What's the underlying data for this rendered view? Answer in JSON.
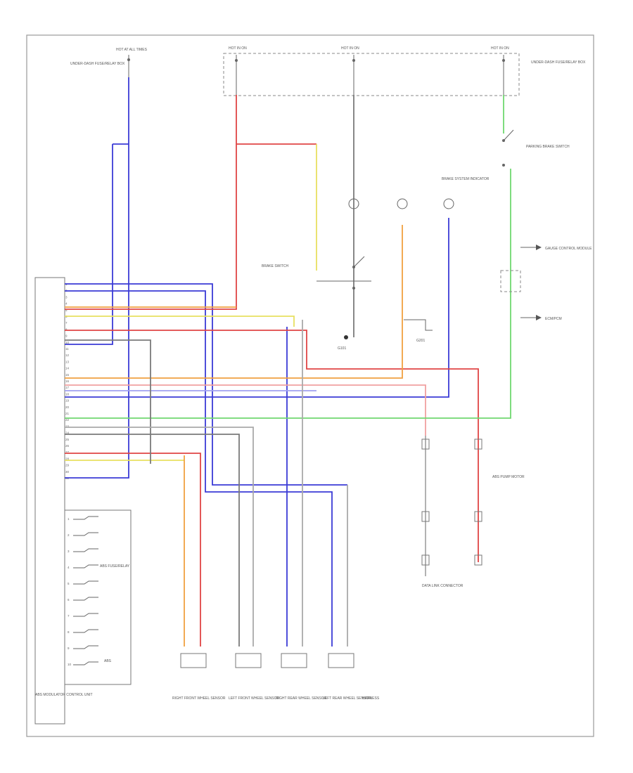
{
  "colors": {
    "blue": "#3b3bd6",
    "red": "#e04545",
    "yellow": "#e8e060",
    "orange": "#f0a040",
    "green": "#70d870",
    "gray": "#7a7a7a",
    "light_blue": "#a0a0f0",
    "pink": "#f0a0a0"
  },
  "labels": {
    "top_left_fuse": "HOT AT ALL TIMES",
    "top_left_block": "UNDER-DASH FUSE/RELAY BOX",
    "top_center_left": "HOT IN ON",
    "top_center_mid": "HOT IN ON",
    "top_center_right": "HOT IN ON",
    "fuse_box_right": "UNDER-DASH FUSE/RELAY BOX",
    "brake_switch": "BRAKE SWITCH",
    "parking_brake_switch": "PARKING BRAKE SWITCH",
    "abs_modulator": "ABS MODULATOR CONTROL UNIT",
    "data_link": "DATA LINK CONNECTOR",
    "g1": "G101",
    "g2": "G201",
    "abs_pump": "ABS PUMP MOTOR",
    "dash_indicator": "BRAKE SYSTEM INDICATOR",
    "ws_fr": "RIGHT FRONT WHEEL SENSOR",
    "ws_fl": "LEFT FRONT WHEEL SENSOR",
    "ws_rr": "RIGHT REAR WHEEL SENSOR",
    "ws_rl": "LEFT REAR WHEEL SENSOR",
    "ws_note": "HARNESS",
    "right_combo": "GAUGE CONTROL MODULE",
    "ecm": "ECM/PCM",
    "bottom_left": "ABS FUSE/RELAY",
    "corner": "ABS"
  },
  "connector_pins": [
    "1",
    "2",
    "3",
    "4",
    "5",
    "6",
    "7",
    "8",
    "9",
    "10",
    "11",
    "12",
    "13",
    "14",
    "15",
    "16",
    "17",
    "18",
    "19",
    "20",
    "21",
    "22",
    "23",
    "24",
    "25",
    "26",
    "27",
    "28",
    "29",
    "30",
    "31"
  ],
  "module_inner_pins": [
    "1",
    "2",
    "3",
    "4",
    "5",
    "6",
    "7",
    "8",
    "9",
    "10"
  ]
}
